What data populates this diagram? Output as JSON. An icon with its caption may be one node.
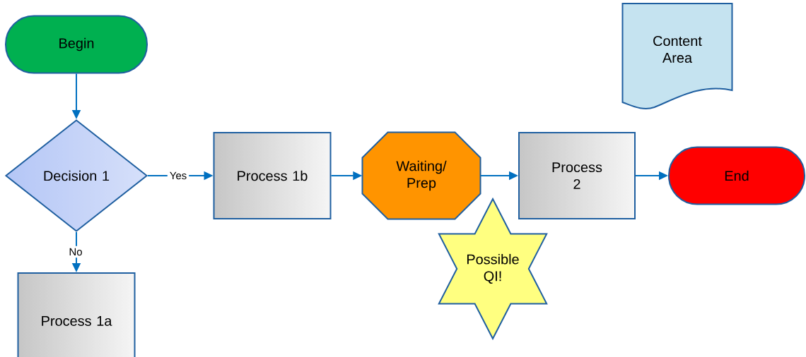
{
  "diagram": {
    "nodes": [
      {
        "text": [
          "Begin"
        ]
      },
      {
        "text": [
          "Content Area"
        ]
      },
      {
        "text": [
          "Decision 1"
        ]
      },
      {
        "text": [
          "Process 1b"
        ]
      },
      {
        "text": [
          "Waiting/ Prep"
        ]
      },
      {
        "text": [
          "Process 2"
        ]
      },
      {
        "text": [
          "End"
        ]
      },
      {
        "text": [
          "Possible QI!"
        ]
      },
      {
        "text": [
          "Process 1a"
        ]
      }
    ],
    "edges": [
      {
        "from": 0,
        "to": 2,
        "arrow": "to"
      },
      {
        "from": 2,
        "to": 3,
        "arrow": "to",
        "label": "Yes"
      },
      {
        "from": 2,
        "to": 8,
        "arrow": "to",
        "label": "No"
      },
      {
        "from": 3,
        "to": 4,
        "arrow": "to"
      },
      {
        "from": 4,
        "to": 5,
        "arrow": "to"
      },
      {
        "from": 5,
        "to": 6,
        "arrow": "to"
      }
    ]
  }
}
